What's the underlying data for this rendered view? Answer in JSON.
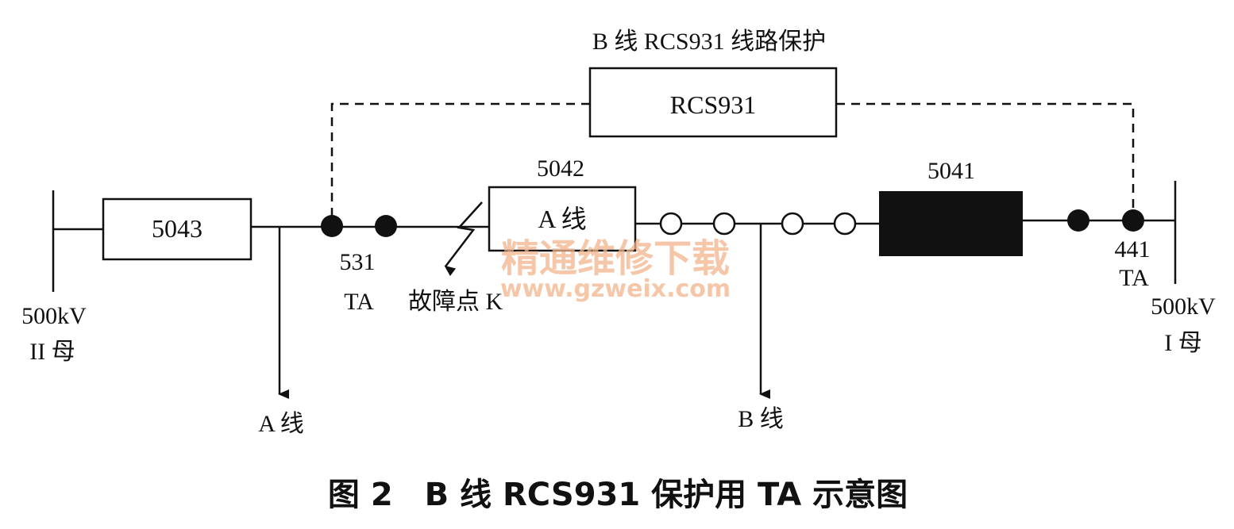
{
  "top_title": "B 线 RCS931 线路保护",
  "relay_box": "RCS931",
  "breakers": {
    "b5043": "5043",
    "b5042_num": "5042",
    "b5042_label": "A 线",
    "b5041": "5041"
  },
  "labels": {
    "ta531_num": "531",
    "ta531_name": "TA",
    "ta441_num": "441",
    "ta441_name": "TA",
    "fault_point": "故障点 K",
    "bus_left_voltage": "500kV",
    "bus_left_name": "II 母",
    "bus_right_voltage": "500kV",
    "bus_right_name": "I 母",
    "line_a": "A 线",
    "line_b": "B 线"
  },
  "watermark": {
    "cn": "精通维修下载",
    "url": "www.gzweix.com"
  },
  "caption": "图 2　B 线 RCS931 保护用 TA 示意图"
}
